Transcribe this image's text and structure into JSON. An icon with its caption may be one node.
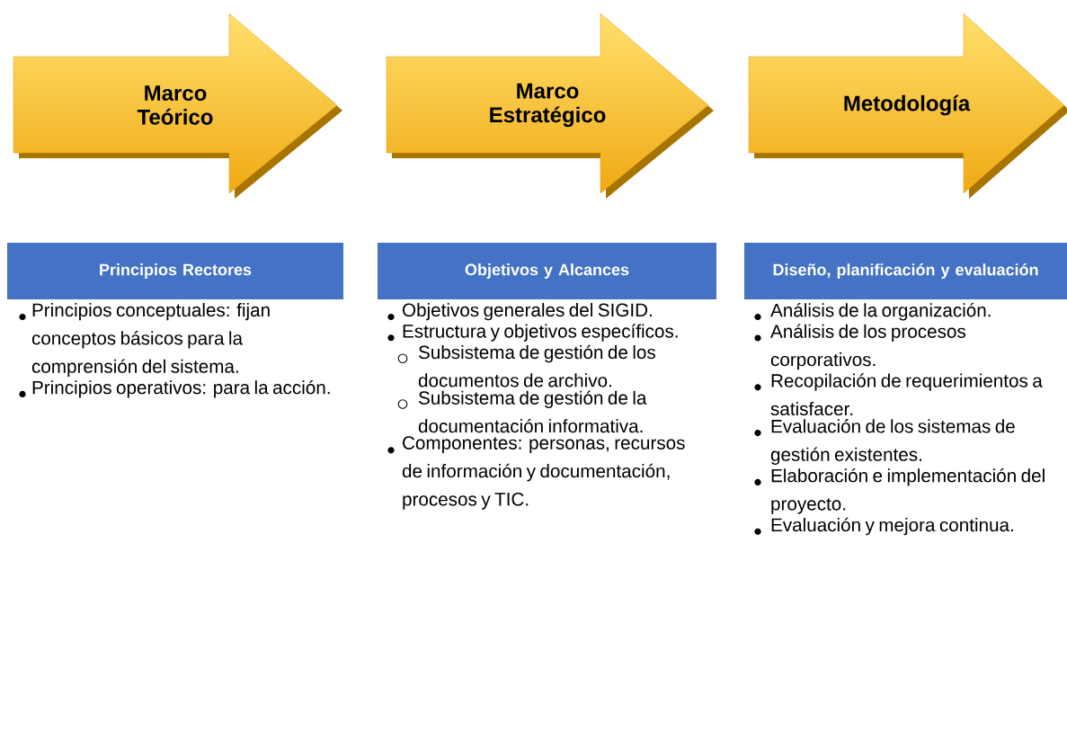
{
  "diagram": {
    "nodes": [
      {
        "text": [
          "Marco Teórico"
        ]
      },
      {
        "text": [
          "Marco Estratégico"
        ]
      },
      {
        "text": [
          "Metodología"
        ]
      },
      {
        "text": [
          "Principios Rectores"
        ],
        "beside": [
          "Principios conceptuales: fijan conceptos básicos para la comprensión del sistema.",
          "Principios operativos: para la acción."
        ]
      },
      {
        "text": [
          "Objetivos y Alcances"
        ],
        "beside": [
          "Objetivos generales del SIGID.",
          "Estructura y objetivos específicos.",
          "Subsistema de gestión de los documentos de archivo.",
          "Subsistema de gestión de la documentación informativa.",
          "Componentes: personas, recursos de información y documentación, procesos y TIC."
        ]
      },
      {
        "text": [
          "Diseño, planificación y evaluación"
        ],
        "beside": [
          "Análisis de la organización.",
          "Análisis de los procesos corporativos.",
          "Recopilación de requerimientos a satisfacer.",
          "Evaluación de los sistemas de gestión existentes.",
          "Elaboración e implementación del proyecto.",
          "Evaluación y mejora continua."
        ]
      }
    ]
  }
}
